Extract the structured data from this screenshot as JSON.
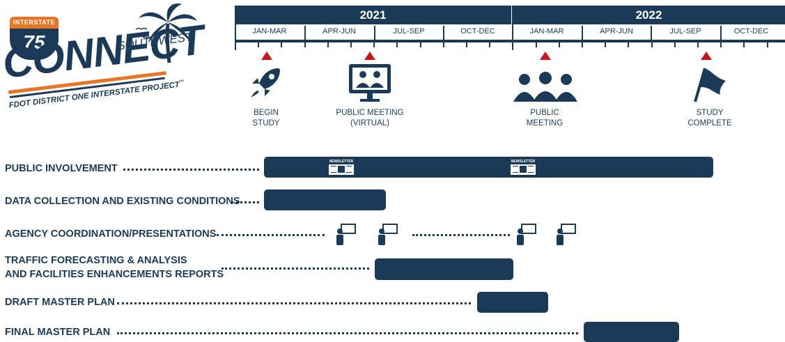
{
  "logo": {
    "shield_label": "INTERSTATE",
    "shield_number": "75",
    "region": "SOUTHWEST",
    "name": "CONNECT",
    "tagline": "FDOT DISTRICT ONE INTERSTATE PROJECT",
    "trademark": "™"
  },
  "years": [
    {
      "label": "2021"
    },
    {
      "label": "2022"
    }
  ],
  "quarters": [
    "JAN-MAR",
    "APR-JUN",
    "JUL-SEP",
    "OCT-DEC",
    "JAN-MAR",
    "APR-JUN",
    "JUL-SEP",
    "OCT-DEC"
  ],
  "milestones": [
    {
      "line1": "BEGIN",
      "line2": "STUDY",
      "icon": "rocket-icon"
    },
    {
      "line1": "PUBLIC MEETING",
      "line2": "(VIRTUAL)",
      "icon": "virtual-meeting-monitor-icon"
    },
    {
      "line1": "PUBLIC",
      "line2": "MEETING",
      "icon": "people-group-icon"
    },
    {
      "line1": "STUDY",
      "line2": "COMPLETE",
      "icon": "flag-icon"
    }
  ],
  "newsletter_label": "NEWSLETTER",
  "tasks": [
    {
      "line1": "PUBLIC INVOLVEMENT",
      "line2": ""
    },
    {
      "line1": "DATA COLLECTION AND EXISTING CONDITIONS",
      "line2": ""
    },
    {
      "line1": "AGENCY COORDINATION/PRESENTATIONS",
      "line2": ""
    },
    {
      "line1": "TRAFFIC FORECASTING & ANALYSIS",
      "line2": "AND FACILITIES ENHANCEMENTS REPORTS"
    },
    {
      "line1": "DRAFT MASTER PLAN",
      "line2": ""
    },
    {
      "line1": "FINAL MASTER PLAN",
      "line2": ""
    }
  ],
  "colors": {
    "navy": "#1b3a57",
    "orange": "#e87524",
    "red": "#c4161c"
  }
}
